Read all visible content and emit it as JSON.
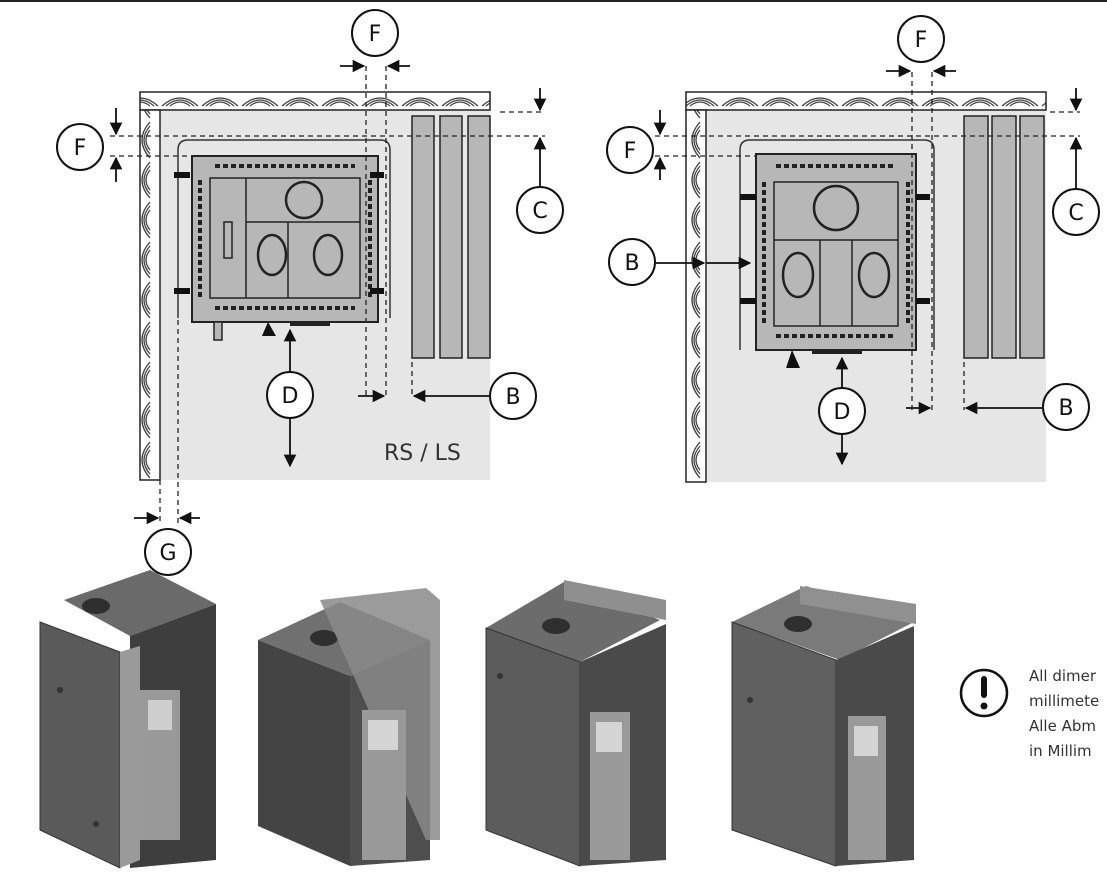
{
  "diagram": {
    "labels": {
      "left": {
        "F_top": "F",
        "F_side": "F",
        "C": "C",
        "D": "D",
        "B": "B",
        "G": "G"
      },
      "right": {
        "F_top": "F",
        "F_side": "F",
        "C": "C",
        "B_side": "B",
        "D": "D",
        "B": "B"
      }
    },
    "room_tag": "RS / LS"
  },
  "note": {
    "icon": "exclamation-circle-icon",
    "lines": [
      "All dimer",
      "millimete",
      "Alle Abm",
      "in Millim"
    ]
  },
  "colors": {
    "floor": "#e6e6e6",
    "line": "#111111",
    "heater": "#b7b7b7",
    "stove_dark": "#505050"
  }
}
